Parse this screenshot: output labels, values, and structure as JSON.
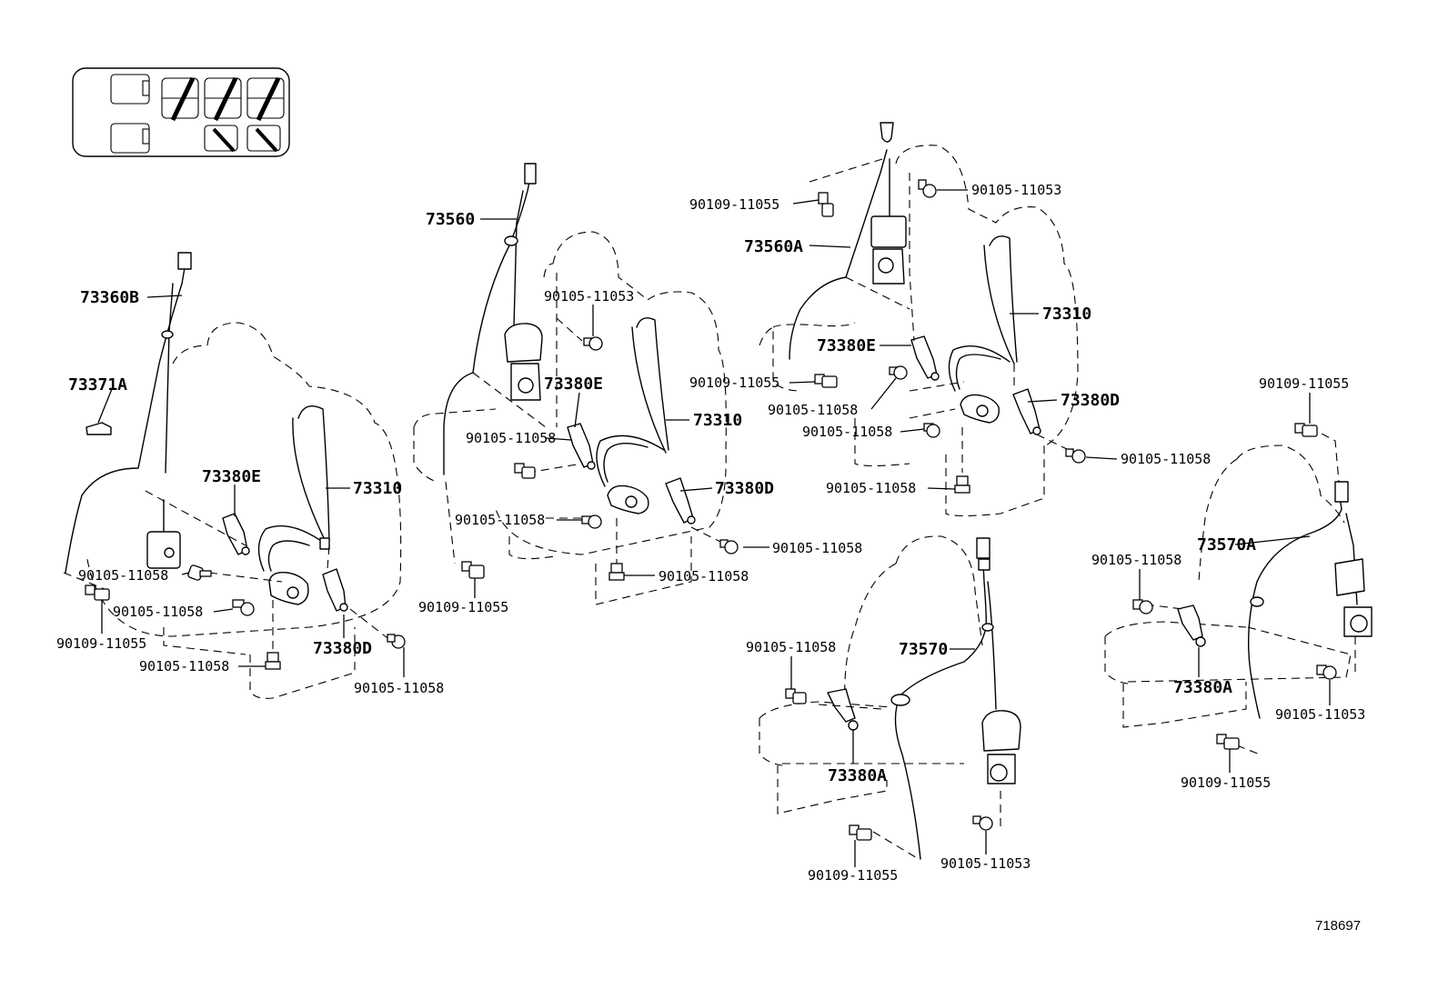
{
  "labels": {
    "l01": "73360B",
    "l02": "73371A",
    "l03": "73380E",
    "l04": "73310",
    "l05": "90105-11058",
    "l06": "90109-11055",
    "l07": "90105-11058",
    "l08": "73380D",
    "l09": "90105-11058",
    "l10": "90105-11058",
    "l11": "73560",
    "l12": "90105-11053",
    "l13": "73380E",
    "l14": "73310",
    "l15": "90105-11058",
    "l16": "73380D",
    "l17": "90105-11058",
    "l18": "90105-11058",
    "l19": "90109-11055",
    "l20": "90105-11058",
    "l21": "90109-11055",
    "l22": "90105-11053",
    "l23": "73560A",
    "l24": "73310",
    "l25": "73380E",
    "l26": "90109-11055",
    "l27": "90105-11058",
    "l28": "73380D",
    "l29": "90105-11058",
    "l30": "90105-11058",
    "l31": "90105-11058",
    "l32": "90105-11058",
    "l33": "73570",
    "l34": "73380A",
    "l35": "90109-11055",
    "l36": "90105-11053",
    "l37": "90109-11055",
    "l38": "90105-11058",
    "l39": "73570A",
    "l40": "73380A",
    "l41": "90105-11053",
    "l42": "90109-11055"
  },
  "diagram_number": "718697"
}
